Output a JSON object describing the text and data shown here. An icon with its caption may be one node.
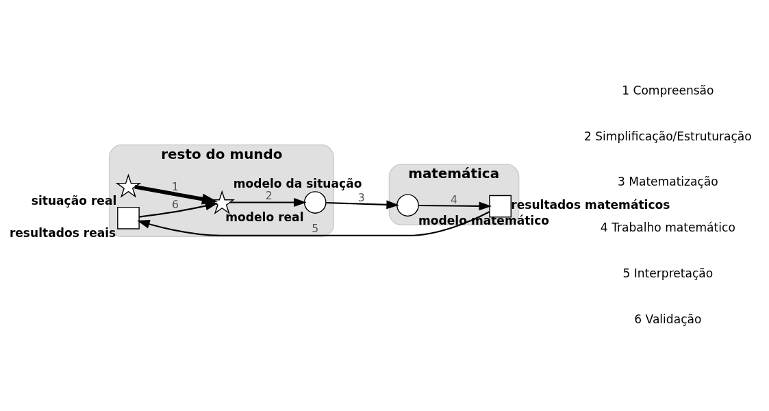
{
  "diagram": {
    "nodes": [
      {
        "text": [
          "resto do mundo"
        ]
      },
      {
        "text": [],
        "shape": "circle",
        "beside": [
          "modelo real"
        ],
        "in": 0
      },
      {
        "text": [],
        "shape": "star",
        "beside": [
          "situação real"
        ],
        "in": 0
      },
      {
        "text": [],
        "shape": "star",
        "beside": [
          "modelo da situação"
        ],
        "in": 0
      },
      {
        "text": [],
        "shape": "box",
        "beside": [
          "resultados reais"
        ],
        "in": 0
      },
      {
        "text": [
          "matemática"
        ]
      },
      {
        "text": [],
        "shape": "circle",
        "beside": [
          "modelo matemático"
        ],
        "in": 5
      },
      {
        "text": [],
        "shape": "box",
        "beside": [
          "resultados matemáticos"
        ],
        "in": 5
      }
    ],
    "edges": [
      {
        "from": 2,
        "to": 3,
        "arrow": "to",
        "label": "1",
        "style": "thick"
      },
      {
        "from": 3,
        "to": 1,
        "arrow": "to",
        "label": "2"
      },
      {
        "from": 1,
        "to": 6,
        "arrow": "to",
        "label": "3"
      },
      {
        "from": 6,
        "to": 7,
        "arrow": "to",
        "label": "4"
      },
      {
        "from": 7,
        "to": 4,
        "arrow": "to",
        "label": "5"
      },
      {
        "from": 4,
        "to": 3,
        "arrow": "to",
        "label": "6"
      }
    ],
    "labels": [
      "1 Compreensão",
      "2 Simplificação/Estruturação",
      "3 Matematização",
      "4 Trabalho matemático",
      "5 Interpretação",
      "6 Validação"
    ]
  }
}
